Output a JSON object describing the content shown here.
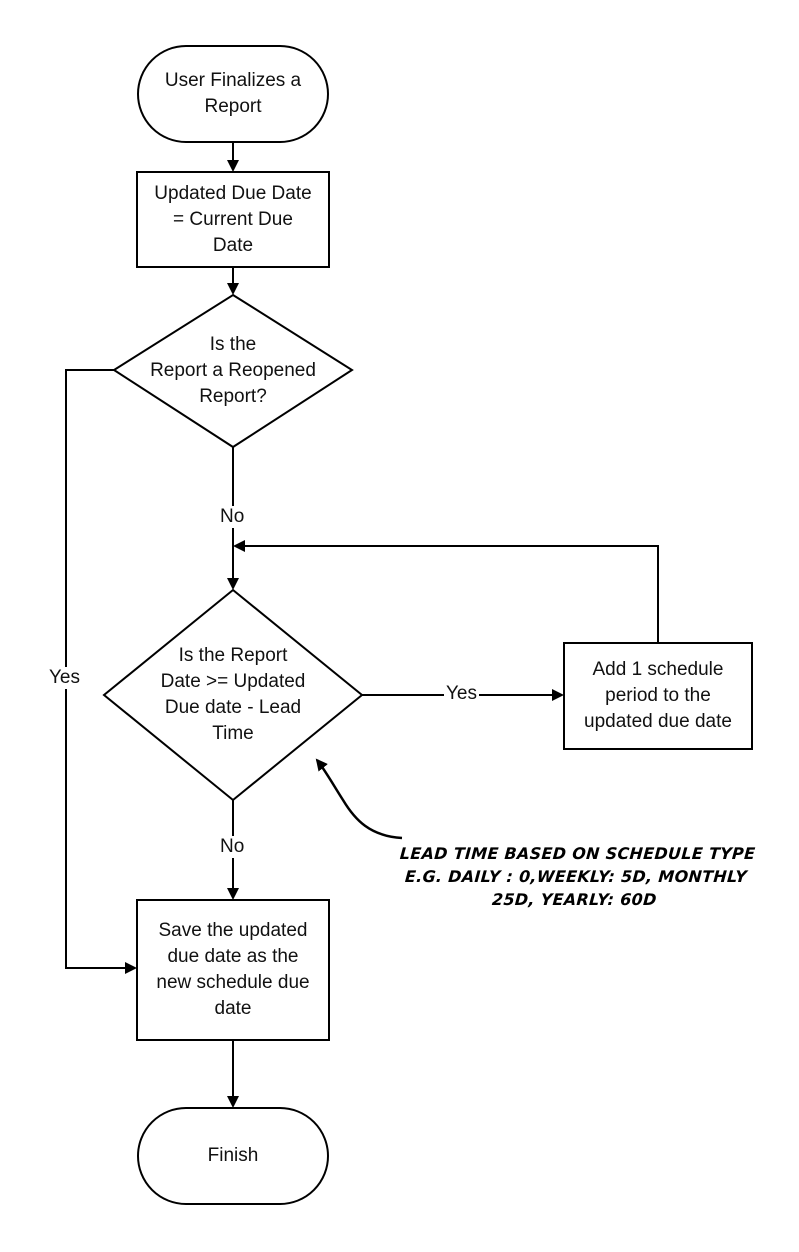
{
  "nodes": {
    "start": "User Finalizes a\nReport",
    "set_updated_due_date": "Updated Due Date\n= Current Due\nDate",
    "is_reopened": "Is the\nReport a Reopened\nReport?",
    "is_report_date": "Is the Report\nDate >= Updated\nDue date - Lead\nTime",
    "add_period": "Add 1 schedule\nperiod to the\nupdated due date",
    "save": "Save the updated\ndue date as the\nnew schedule due\ndate",
    "finish": "Finish"
  },
  "edges": {
    "reopened_no": "No",
    "reopened_yes": "Yes",
    "report_date_yes": "Yes",
    "report_date_no": "No"
  },
  "note": "Lead time based on schedule type e.g. Daily : 0,Weekly: 5D, Monthly 25D, Yearly: 60D"
}
